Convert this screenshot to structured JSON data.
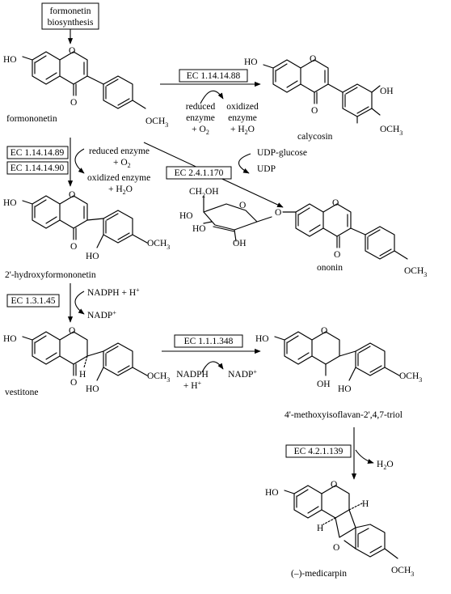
{
  "start": {
    "line1": "formonetin",
    "line2": "biosynthesis"
  },
  "compounds": {
    "formononetin": {
      "name": "formononetin",
      "ho": "HO",
      "o_ring": "O",
      "o_keto": "O",
      "methoxy": "OCH",
      "methoxy_sub": "3"
    },
    "calycosin": {
      "name": "calycosin",
      "ho": "HO",
      "o_ring": "O",
      "o_keto": "O",
      "oh": "OH",
      "methoxy": "OCH",
      "methoxy_sub": "3"
    },
    "hydroxyformononetin": {
      "name": "2'-hydroxyformononetin",
      "ho": "HO",
      "o_ring": "O",
      "o_keto": "O",
      "oh": "HO",
      "methoxy": "OCH",
      "methoxy_sub": "3"
    },
    "ononin": {
      "name": "ononin",
      "ch2oh": "CH",
      "ch2oh_sub": "2",
      "ch2oh_tail": "OH",
      "sugar_ho1": "HO",
      "sugar_ho2": "HO",
      "sugar_oh3": "OH",
      "o_link": "O",
      "o_ring_sugar": "O",
      "o_ring": "O",
      "o_keto": "O",
      "methoxy": "OCH",
      "methoxy_sub": "3"
    },
    "vestitone": {
      "name": "vestitone",
      "ho": "HO",
      "o_ring": "O",
      "o_keto": "O",
      "h": "H",
      "oh": "HO",
      "methoxy": "OCH",
      "methoxy_sub": "3"
    },
    "triol": {
      "name": "4'-methoxyisoflavan-2',4,7-triol",
      "ho": "HO",
      "o_ring": "O",
      "oh4": "OH",
      "oh2p": "HO",
      "methoxy": "OCH",
      "methoxy_sub": "3"
    },
    "medicarpin": {
      "name": "(–)-medicarpin",
      "ho": "HO",
      "o_ring": "O",
      "o_furan": "O",
      "h_top": "H",
      "h_bottom": "H",
      "methoxy": "OCH",
      "methoxy_sub": "3"
    }
  },
  "reactions": {
    "r1": {
      "ec": "EC 1.14.14.88",
      "cofactor_in_1": "reduced",
      "cofactor_in_2": "enzyme",
      "cofactor_in_3": "+ O",
      "cofactor_in_3_sub": "2",
      "cofactor_out_1": "oxidized",
      "cofactor_out_2": "enzyme",
      "cofactor_out_3": "+ H",
      "cofactor_out_3_sub": "2",
      "cofactor_out_3_tail": "O"
    },
    "r2": {
      "ec_a": "EC 1.14.14.89",
      "ec_b": "EC 1.14.14.90",
      "cofactor_in_1": "reduced enzyme",
      "cofactor_in_2": "+ O",
      "cofactor_in_2_sub": "2",
      "cofactor_out_1": "oxidized enzyme",
      "cofactor_out_2": "+ H",
      "cofactor_out_2_sub": "2",
      "cofactor_out_2_tail": "O"
    },
    "r3": {
      "ec": "EC 2.4.1.170",
      "cofactor_in": "UDP-glucose",
      "cofactor_out": "UDP"
    },
    "r4": {
      "ec": "EC 1.3.1.45",
      "cofactor_in": "NADPH + H",
      "cofactor_in_sup": "+",
      "cofactor_out": "NADP",
      "cofactor_out_sup": "+"
    },
    "r5": {
      "ec": "EC 1.1.1.348",
      "cofactor_in_1": "NADPH",
      "cofactor_in_2": "+ H",
      "cofactor_in_2_sup": "+",
      "cofactor_out": "NADP",
      "cofactor_out_sup": "+"
    },
    "r6": {
      "ec": "EC 4.2.1.139",
      "product": "H",
      "product_sub": "2",
      "product_tail": "O"
    }
  }
}
